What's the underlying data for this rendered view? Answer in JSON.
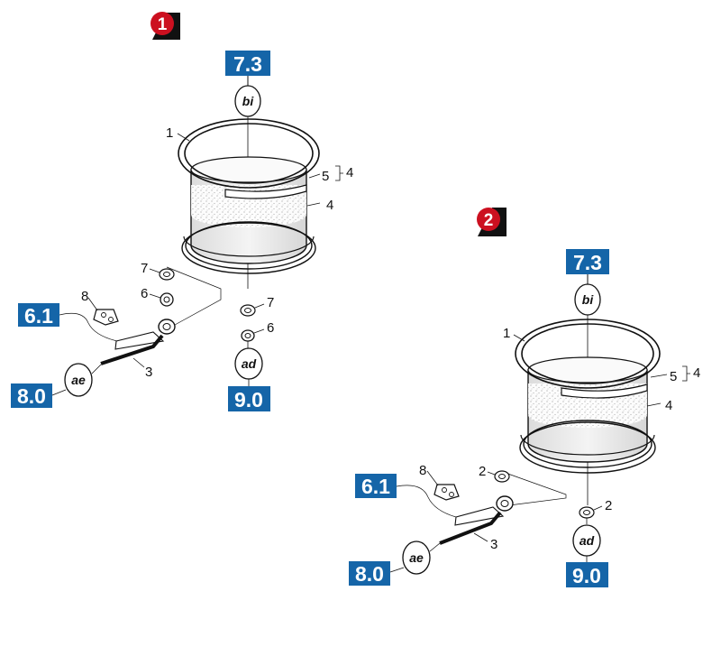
{
  "colors": {
    "ref_box": "#1565a8",
    "badge": "#cc1020",
    "line": "#111111"
  },
  "diagram_1": {
    "badge": "1",
    "ref_top": "7.3",
    "ref_bottom_right": "9.0",
    "ref_left_upper": "6.1",
    "ref_left_lower": "8.0",
    "oval_top": "bi",
    "oval_bottom_right": "ad",
    "oval_left": "ae",
    "part_1": "1",
    "part_5": "5",
    "part_4_bracket": "4",
    "part_4": "4",
    "part_7_left": "7",
    "part_6_left": "6",
    "part_8": "8",
    "part_7_right": "7",
    "part_6_right": "6",
    "part_3": "3"
  },
  "diagram_2": {
    "badge": "2",
    "ref_top": "7.3",
    "ref_bottom_right": "9.0",
    "ref_left_upper": "6.1",
    "ref_left_lower": "8.0",
    "oval_top": "bi",
    "oval_bottom_right": "ad",
    "oval_left": "ae",
    "part_1": "1",
    "part_5": "5",
    "part_4_bracket": "4",
    "part_4": "4",
    "part_2_left": "2",
    "part_8": "8",
    "part_2_right": "2",
    "part_3": "3"
  }
}
